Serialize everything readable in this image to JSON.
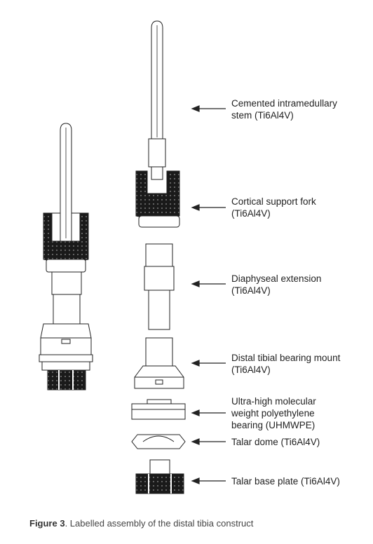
{
  "labels": [
    {
      "id": "stem",
      "lines": [
        "Cemented intramedullary",
        "stem (Ti6Al4V)"
      ]
    },
    {
      "id": "fork",
      "lines": [
        "Cortical support fork",
        "(Ti6Al4V)"
      ]
    },
    {
      "id": "diaphyseal",
      "lines": [
        "Diaphyseal extension",
        "(Ti6Al4V)"
      ]
    },
    {
      "id": "mount",
      "lines": [
        "Distal tibial bearing mount",
        "(Ti6Al4V)"
      ]
    },
    {
      "id": "bearing",
      "lines": [
        "Ultra-high molecular",
        "weight polyethylene",
        "bearing (UHMWPE)"
      ]
    },
    {
      "id": "dome",
      "lines": [
        "Talar dome (Ti6Al4V)"
      ]
    },
    {
      "id": "baseplate",
      "lines": [
        "Talar base plate (Ti6Al4V)"
      ]
    }
  ],
  "caption": {
    "figure_label": "Figure 3",
    "text": ". Labelled assembly of the distal tibia construct"
  }
}
